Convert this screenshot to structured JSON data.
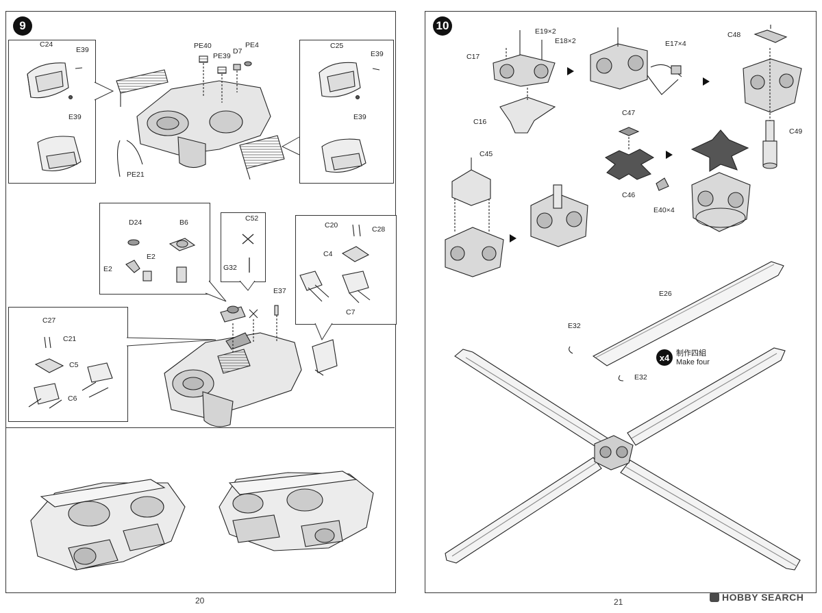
{
  "left_page": {
    "step": "9",
    "page_number": "20",
    "labels": {
      "c24": "C24",
      "e39_a": "E39",
      "e39_b": "E39",
      "c25": "C25",
      "e39_c": "E39",
      "e39_d": "E39",
      "pe40": "PE40",
      "pe39": "PE39",
      "d7": "D7",
      "pe4": "PE4",
      "pe21": "PE21",
      "d24": "D24",
      "b6": "B6",
      "e2_a": "E2",
      "e2_b": "E2",
      "c52": "C52",
      "g32": "G32",
      "c20": "C20",
      "c28": "C28",
      "c4": "C4",
      "c7": "C7",
      "e37": "E37",
      "c27": "C27",
      "c21": "C21",
      "c5": "C5",
      "c6": "C6"
    }
  },
  "right_page": {
    "step": "10",
    "page_number": "21",
    "labels": {
      "e19": "E19×2",
      "e18": "E18×2",
      "c17": "C17",
      "c16": "C16",
      "e17": "E17×4",
      "c48": "C48",
      "c49": "C49",
      "c45": "C45",
      "c47": "C47",
      "c46": "C46",
      "e40": "E40×4",
      "e26": "E26",
      "e32_a": "E32",
      "e32_b": "E32"
    },
    "make_four": {
      "badge": "x4",
      "chinese": "制作四組",
      "english": "Make four"
    }
  },
  "watermark": "HOBBY SEARCH",
  "colors": {
    "ink": "#222222",
    "part_fill": "#d9d9d9",
    "blade_fill": "#f3f3f3",
    "blade_stripe": "#8a8a8a"
  }
}
